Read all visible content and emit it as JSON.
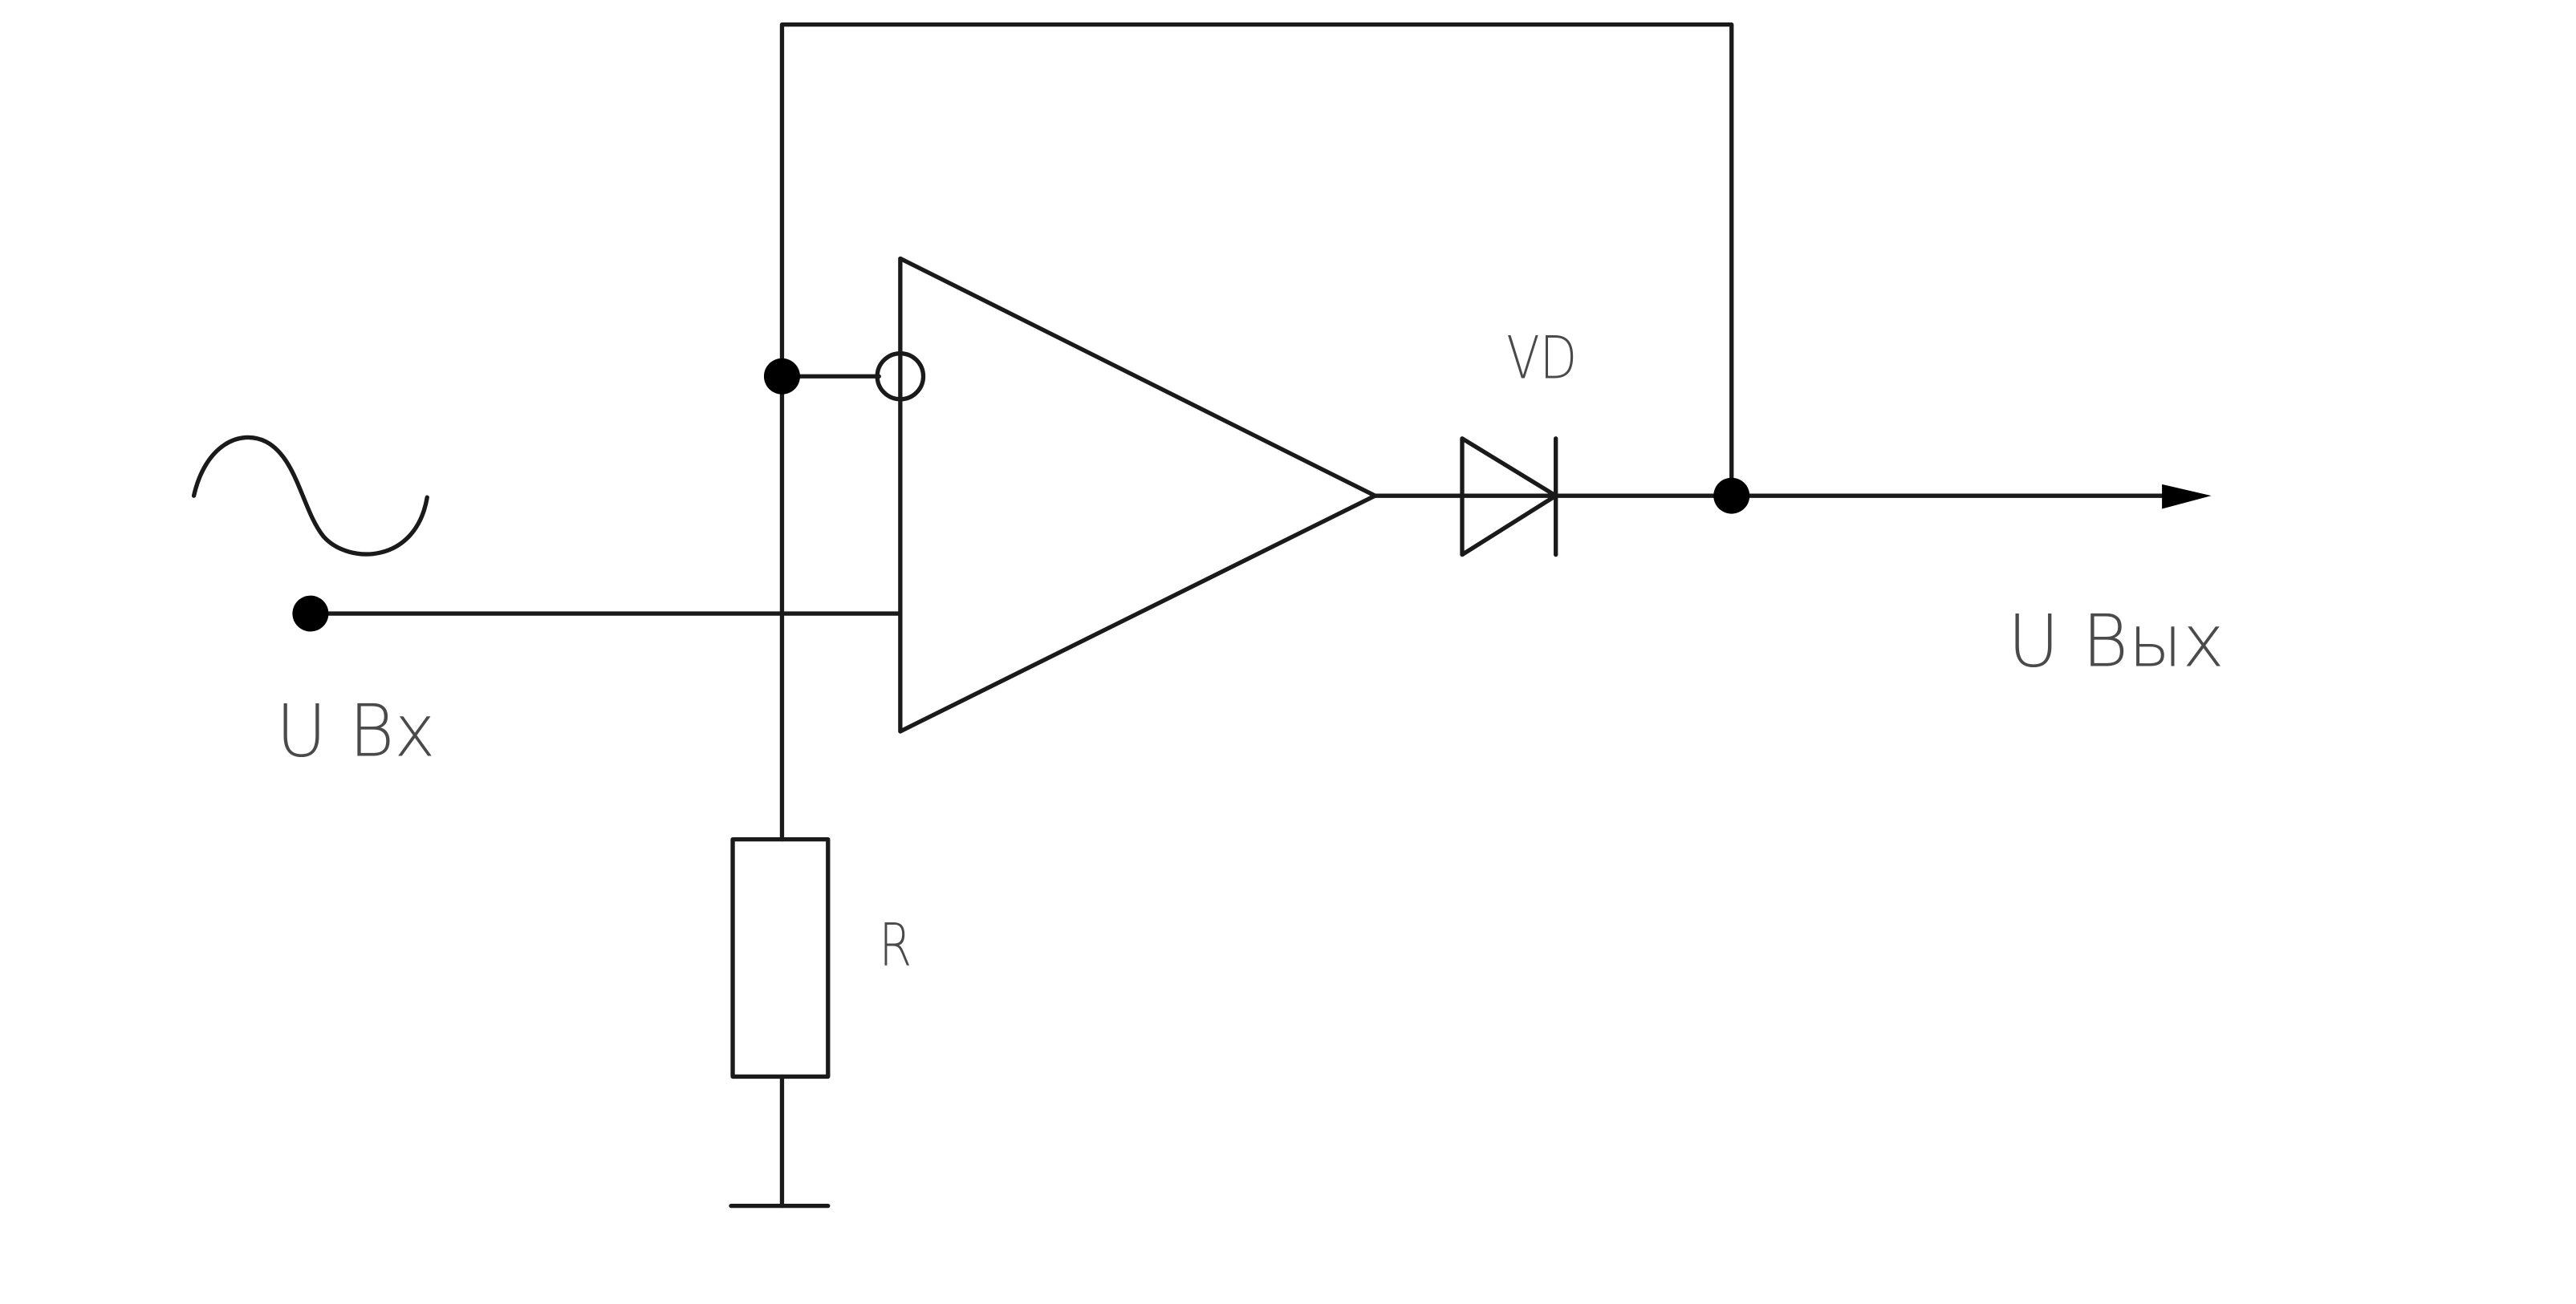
{
  "labels": {
    "input": "U Bx",
    "output": "U Bых",
    "diode": "VD",
    "resistor": "R"
  }
}
